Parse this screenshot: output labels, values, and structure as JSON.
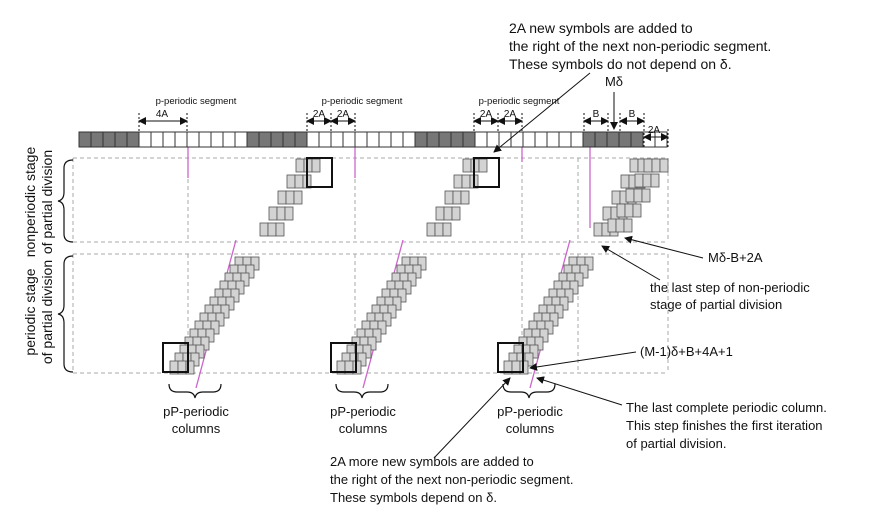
{
  "annotations": {
    "top_note": [
      "2A new symbols are added to",
      "the right of the next non-periodic segment.",
      "These symbols do not depend on δ."
    ],
    "m_delta": "Mδ",
    "m_delta_b_2a": "Mδ-B+2A",
    "last_step": [
      "the last step of non-periodic",
      "stage of partial division"
    ],
    "formula": "(M-1)δ+B+4A+1",
    "last_column": [
      "The last complete periodic column.",
      "This step finishes the first iteration",
      "of partial division."
    ],
    "bottom_note": [
      "2A more new symbols are added to",
      "the right of the next non-periodic segment.",
      "These symbols depend on δ."
    ]
  },
  "stage_labels": {
    "nonperiodic": [
      "nonperiodic stage",
      "of partial division"
    ],
    "periodic": [
      "periodic stage",
      "of partial division"
    ]
  },
  "segment_labels": {
    "segment1": "p-periodic segment",
    "segment2": "p-periodic segment",
    "segment3": "p-periodic segment",
    "w1": "4A",
    "w2a": "2A",
    "w2b": "2A",
    "w3a": "2A",
    "w3b": "2A",
    "wb1": "B",
    "wb2": "B",
    "w2a_end": "2A"
  },
  "column_labels": {
    "c1": [
      "pP-periodic",
      "columns"
    ],
    "c2": [
      "pP-periodic",
      "columns"
    ],
    "c3": [
      "pP-periodic",
      "columns"
    ]
  },
  "colors": {
    "dark_cell": "#777777",
    "light_cell": "#ffffff",
    "step_block": "#d3d3d3",
    "pink_line": "#cc66cc",
    "dashed": "#aaaaaa"
  }
}
